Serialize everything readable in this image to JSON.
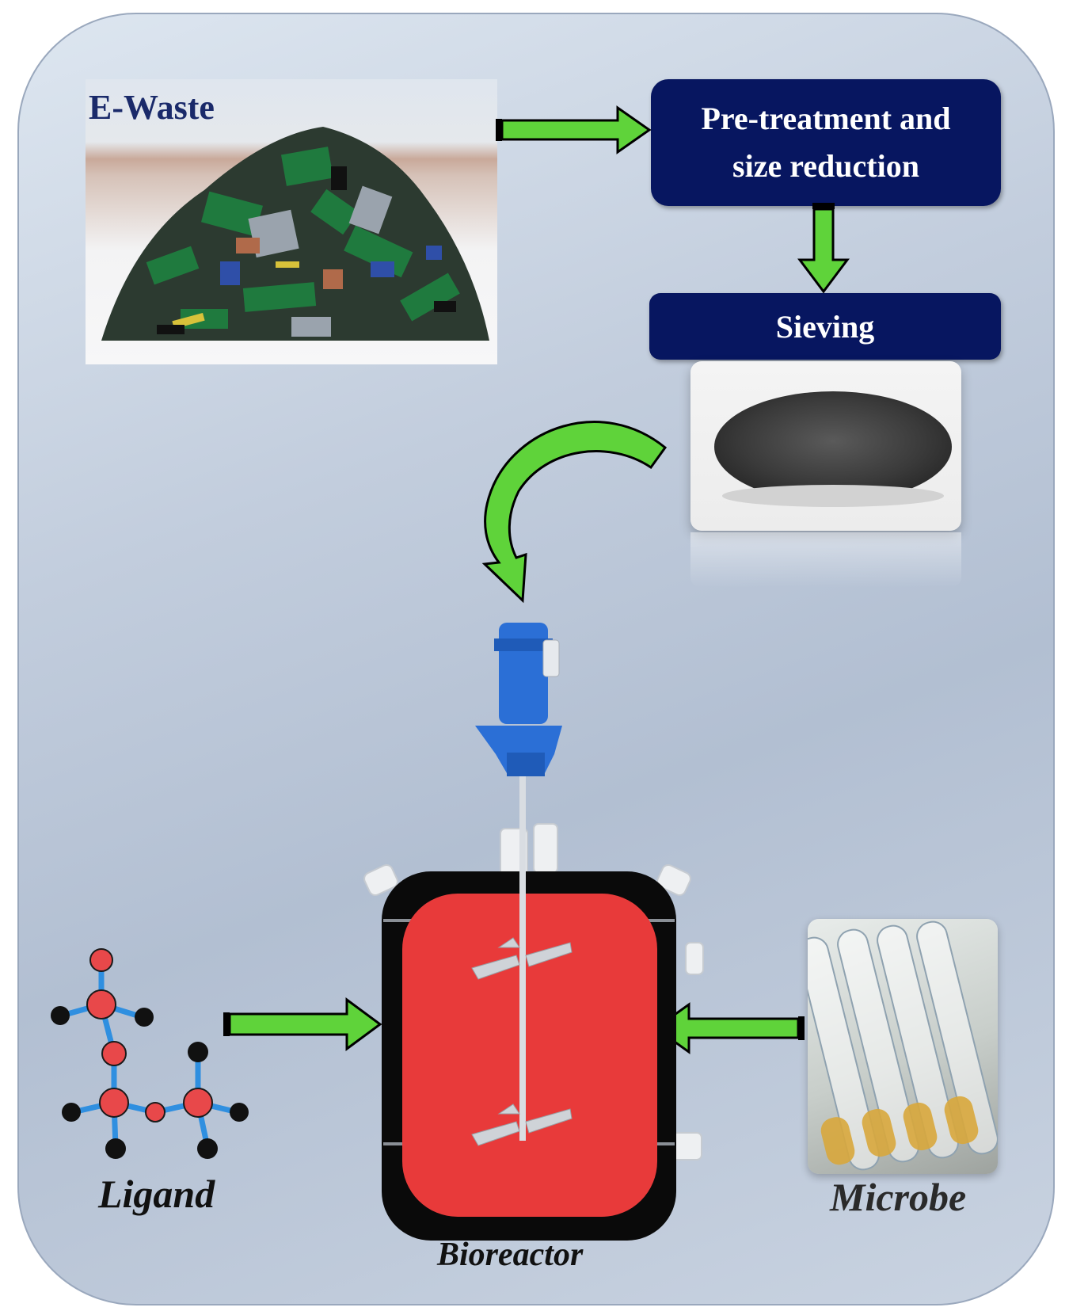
{
  "labels": {
    "ewaste": "E-Waste",
    "pretreatment": "Pre-treatment and size reduction",
    "sieving": "Sieving",
    "ligand": "Ligand",
    "microbe": "Microbe",
    "bioreactor": "Bioreactor"
  },
  "colors": {
    "box_fill": "#071660",
    "arrow_fill": "#5fd33a",
    "arrow_outline": "#000000",
    "reactor_fill": "#e83a3a",
    "reactor_jacket": "#0a0a0a",
    "motor_blue": "#2b6fd6",
    "ligand_node_red": "#e8484a",
    "ligand_node_black": "#111111",
    "ligand_bond_blue": "#2f8fe0",
    "background": "#c2cddd"
  },
  "icons": {
    "bioreactor": "stirred-tank-bioreactor-icon",
    "ligand": "molecule-icon"
  }
}
